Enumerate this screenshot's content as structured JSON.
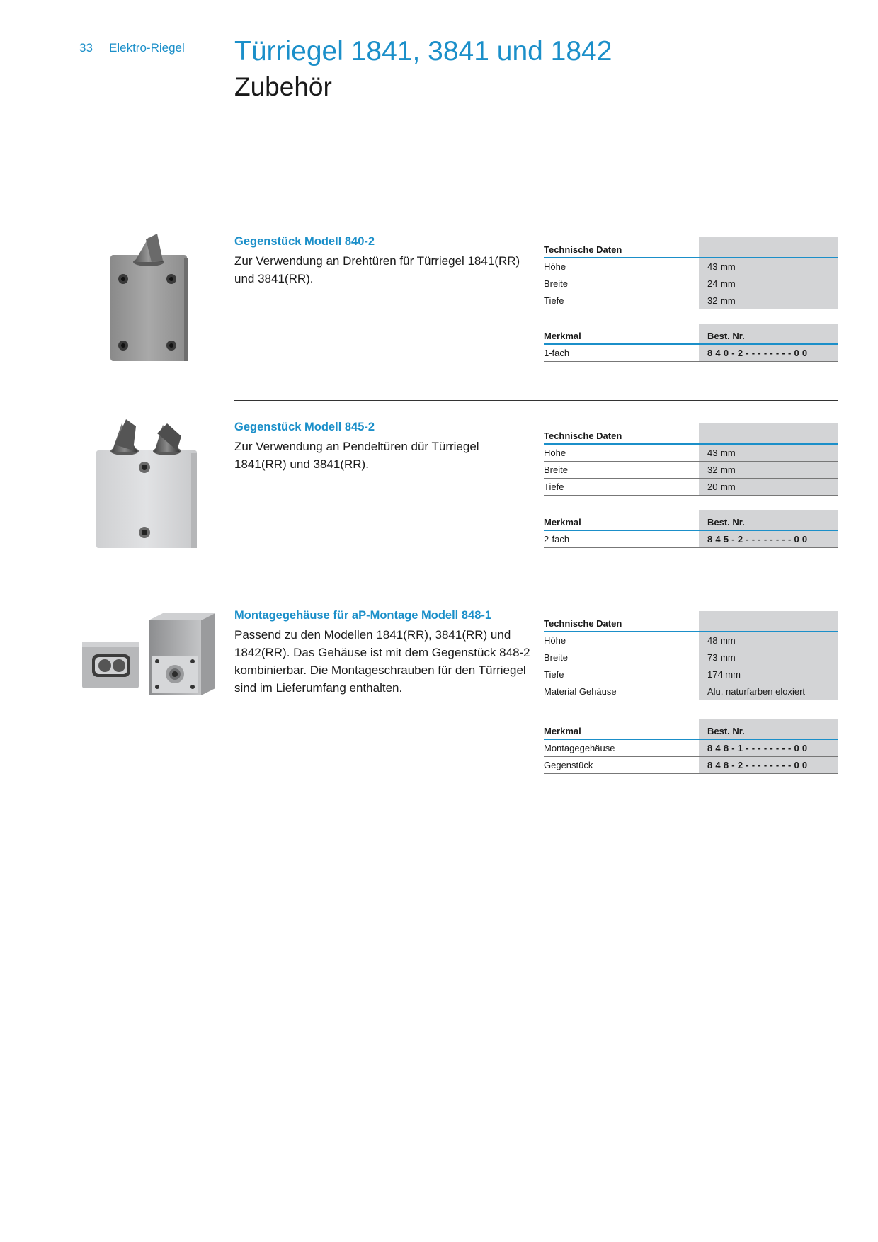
{
  "header": {
    "page_number": "33",
    "section": "Elektro-Riegel",
    "title": "Türriegel 1841, 3841 und 1842",
    "subtitle": "Zubehör"
  },
  "products": [
    {
      "title": "Gegenstück Modell 840-2",
      "description": "Zur Verwendung an Drehtüren für Türriegel 1841(RR) und 3841(RR).",
      "tech_header": "Technische Daten",
      "tech_rows": [
        {
          "label": "Höhe",
          "value": "43 mm"
        },
        {
          "label": "Breite",
          "value": "24 mm"
        },
        {
          "label": "Tiefe",
          "value": "32 mm"
        }
      ],
      "order_header": {
        "label": "Merkmal",
        "value": "Best. Nr."
      },
      "order_rows": [
        {
          "label": "1-fach",
          "value": "840-2--------00"
        }
      ]
    },
    {
      "title": "Gegenstück Modell 845-2",
      "description": "Zur Verwendung an Pendeltüren dür Türriegel 1841(RR) und 3841(RR).",
      "tech_header": "Technische Daten",
      "tech_rows": [
        {
          "label": "Höhe",
          "value": "43 mm"
        },
        {
          "label": "Breite",
          "value": "32 mm"
        },
        {
          "label": "Tiefe",
          "value": "20 mm"
        }
      ],
      "order_header": {
        "label": "Merkmal",
        "value": "Best. Nr."
      },
      "order_rows": [
        {
          "label": "2-fach",
          "value": "845-2--------00"
        }
      ]
    },
    {
      "title": "Montagegehäuse für aP-Montage Modell 848-1",
      "description": "Passend zu den Modellen 1841(RR), 3841(RR) und 1842(RR). Das Gehäuse ist mit dem Gegenstück 848-2 kombinierbar. Die Montageschrauben für den Türriegel sind im Lieferumfang enthalten.",
      "tech_header": "Technische Daten",
      "tech_rows": [
        {
          "label": "Höhe",
          "value": "48 mm"
        },
        {
          "label": "Breite",
          "value": "73 mm"
        },
        {
          "label": "Tiefe",
          "value": "174 mm"
        },
        {
          "label": "Material Gehäuse",
          "value": "Alu, naturfarben eloxiert"
        }
      ],
      "order_header": {
        "label": "Merkmal",
        "value": "Best. Nr."
      },
      "order_rows": [
        {
          "label": "Montagegehäuse",
          "value": "848-1--------00"
        },
        {
          "label": "Gegenstück",
          "value": "848-2--------00"
        }
      ]
    }
  ],
  "colors": {
    "accent": "#1b8fc9",
    "table_shade": "#d3d4d6"
  }
}
